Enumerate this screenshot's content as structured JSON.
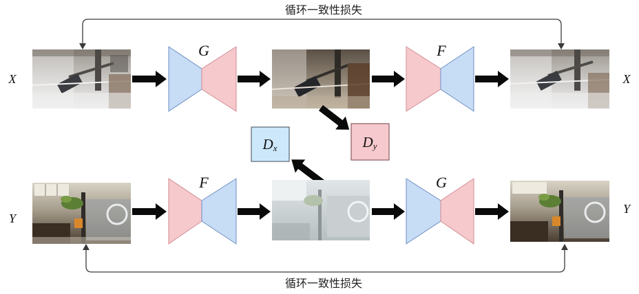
{
  "cycle_loss": {
    "top_label": "循环一致性损失",
    "bottom_label": "循环一致性损失"
  },
  "row_x": {
    "input_label": "X",
    "output_label": "X",
    "generator_1": "G",
    "generator_2": "F"
  },
  "row_y": {
    "input_label": "Y",
    "output_label": "Y",
    "generator_1": "F",
    "generator_2": "G"
  },
  "discriminators": {
    "dx": {
      "main": "D",
      "sub": "x"
    },
    "dy": {
      "main": "D",
      "sub": "y"
    }
  },
  "colors": {
    "blue": "#c7dcf5",
    "pink": "#f6c9cc",
    "dx_fill": "#cde8fb",
    "dy_fill": "#f5c9cd"
  }
}
